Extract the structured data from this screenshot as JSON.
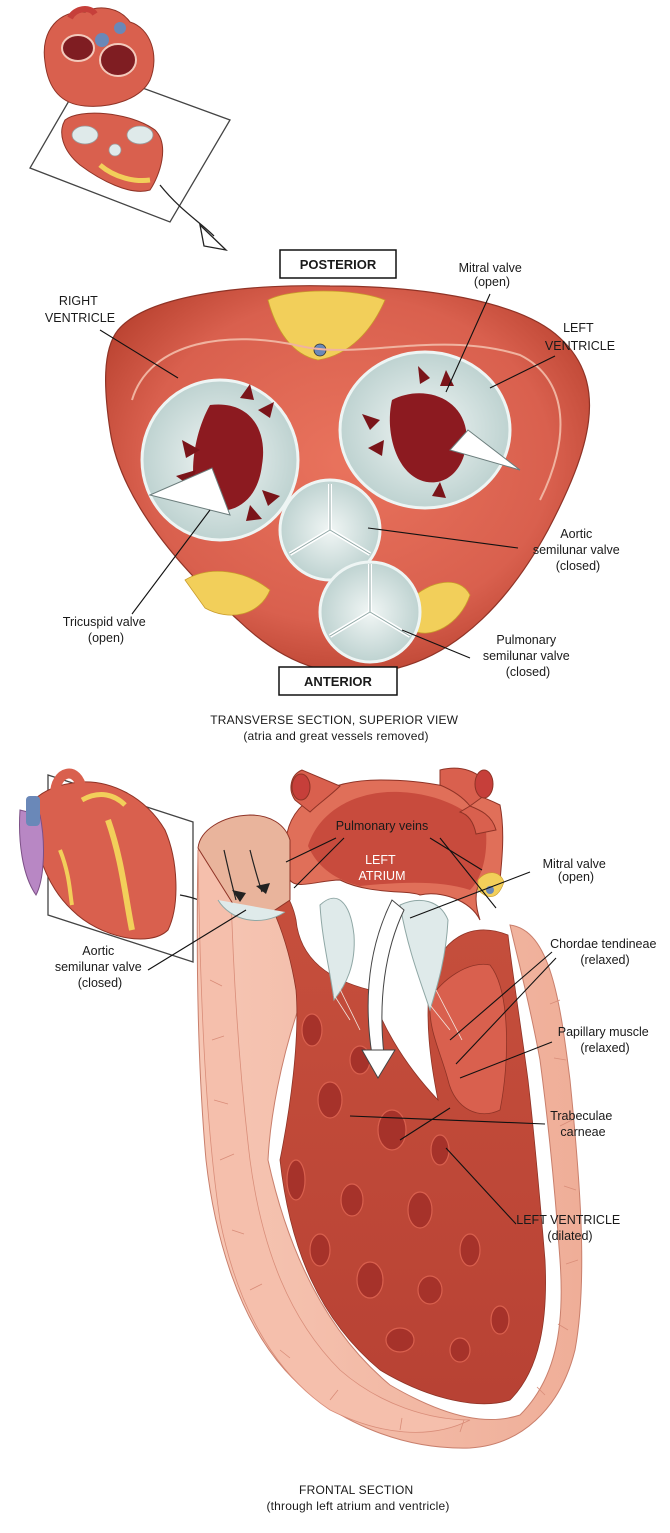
{
  "top_figure": {
    "box_posterior": "POSTERIOR",
    "box_anterior": "ANTERIOR",
    "labels": {
      "right_ventricle": [
        "RIGHT",
        "VENTRICLE"
      ],
      "left_ventricle": [
        "LEFT",
        "VENTRICLE"
      ],
      "mitral_valve": [
        "Mitral valve",
        "(open)"
      ],
      "aortic_valve": [
        "Aortic",
        "semilunar valve",
        "(closed)"
      ],
      "tricuspid_valve": [
        "Tricuspid valve",
        "(open)"
      ],
      "pulmonary_valve": [
        "Pulmonary",
        "semilunar valve",
        "(closed)"
      ]
    },
    "caption": [
      "TRANSVERSE SECTION, SUPERIOR VIEW",
      "(atria and great vessels removed)"
    ]
  },
  "bottom_figure": {
    "labels": {
      "pulmonary_veins": [
        "Pulmonary veins"
      ],
      "left_atrium": [
        "LEFT",
        "ATRIUM"
      ],
      "mitral_valve": [
        "Mitral valve",
        "(open)"
      ],
      "aortic_valve": [
        "Aortic",
        "semilunar valve",
        "(closed)"
      ],
      "chordae_tendineae": [
        "Chordae tendineae",
        "(relaxed)"
      ],
      "papillary_muscle": [
        "Papillary muscle",
        "(relaxed)"
      ],
      "trabeculae_carneae": [
        "Trabeculae",
        "carneae"
      ],
      "left_ventricle": [
        "LEFT VENTRICLE",
        "(dilated)"
      ]
    },
    "caption": [
      "FRONTAL SECTION",
      "(through left atrium and ventricle)"
    ]
  },
  "colors": {
    "muscle": "#d9604e",
    "muscle_dark": "#b8412f",
    "muscle_light": "#ec8f78",
    "fat": "#f2cf5a",
    "valve": "#cfdedd",
    "valve_edge": "#eef5f4",
    "cavity": "#8c1a20",
    "wall_pink": "#f3b7a4"
  }
}
